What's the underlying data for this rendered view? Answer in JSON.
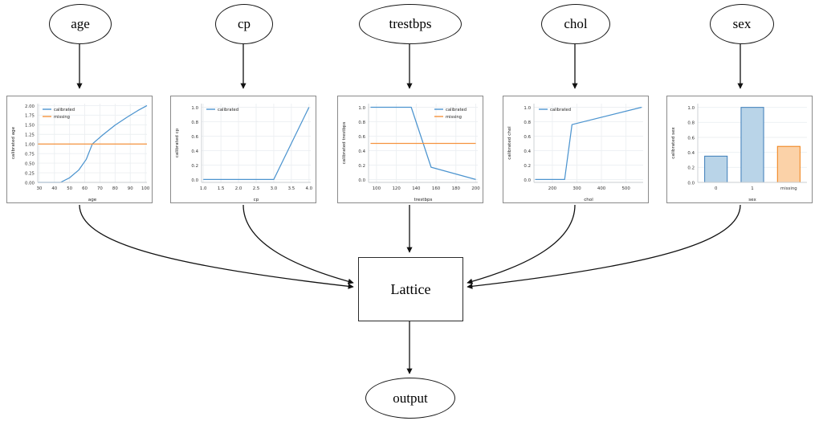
{
  "graph": {
    "feature_nodes": [
      {
        "id": "age",
        "label": "age"
      },
      {
        "id": "cp",
        "label": "cp"
      },
      {
        "id": "trestbps",
        "label": "trestbps"
      },
      {
        "id": "chol",
        "label": "chol"
      },
      {
        "id": "sex",
        "label": "sex"
      }
    ],
    "lattice_label": "Lattice",
    "output_label": "output"
  },
  "legend": {
    "calibrated": "calibrated",
    "missing": "missing"
  },
  "colors": {
    "calibrated": "#4c94cf",
    "missing": "#f5933f",
    "bar_blue_fill": "#b9d4e8",
    "bar_blue_edge": "#3a7cb8",
    "bar_orange_fill": "#fbd2a8",
    "bar_orange_edge": "#f07f13",
    "panel_border": "#8a8a8a",
    "grid": "#eceff2"
  },
  "chart_data": [
    {
      "type": "line",
      "id": "age",
      "title": "",
      "xlabel": "age",
      "ylabel": "calibrated age",
      "xlim": [
        29,
        101
      ],
      "ylim": [
        0.0,
        2.05
      ],
      "xticks": [
        30,
        40,
        50,
        60,
        70,
        80,
        90,
        100
      ],
      "yticks": [
        0.0,
        0.25,
        0.5,
        0.75,
        1.0,
        1.25,
        1.5,
        1.75,
        2.0
      ],
      "ytick_labels": [
        "0.00",
        "0.25",
        "0.50",
        "0.75",
        "1.00",
        "1.25",
        "1.50",
        "1.75",
        "2.00"
      ],
      "grid": true,
      "legend_position": "upper left",
      "series": [
        {
          "name": "calibrated",
          "color": "#4c94cf",
          "x": [
            29,
            35,
            44,
            50,
            56,
            61,
            65,
            72,
            80,
            88,
            95,
            101
          ],
          "y": [
            0.0,
            0.0,
            0.0,
            0.12,
            0.32,
            0.6,
            1.0,
            1.24,
            1.49,
            1.7,
            1.87,
            2.0
          ]
        },
        {
          "name": "missing",
          "color": "#f5933f",
          "x": [
            29,
            101
          ],
          "y": [
            1.0,
            1.0
          ]
        }
      ]
    },
    {
      "type": "line",
      "id": "cp",
      "title": "",
      "xlabel": "cp",
      "ylabel": "calibrated cp",
      "xlim": [
        0.95,
        4.05
      ],
      "ylim": [
        -0.04,
        1.05
      ],
      "xticks": [
        1.0,
        1.5,
        2.0,
        2.5,
        3.0,
        3.5,
        4.0
      ],
      "xtick_labels": [
        "1.0",
        "1.5",
        "2.0",
        "2.5",
        "3.0",
        "3.5",
        "4.0"
      ],
      "yticks": [
        0.0,
        0.2,
        0.4,
        0.6,
        0.8,
        1.0
      ],
      "ytick_labels": [
        "0.0",
        "0.2",
        "0.4",
        "0.6",
        "0.8",
        "1.0"
      ],
      "grid": true,
      "legend_position": "upper left",
      "series": [
        {
          "name": "calibrated",
          "color": "#4c94cf",
          "x": [
            1.0,
            3.0,
            4.0
          ],
          "y": [
            0.0,
            0.0,
            1.0
          ]
        }
      ]
    },
    {
      "type": "line",
      "id": "trestbps",
      "title": "",
      "xlabel": "trestbps",
      "ylabel": "calibrated trestbps",
      "xlim": [
        92,
        202
      ],
      "ylim": [
        -0.04,
        1.05
      ],
      "xticks": [
        100,
        120,
        140,
        160,
        180,
        200
      ],
      "yticks": [
        0.0,
        0.2,
        0.4,
        0.6,
        0.8,
        1.0
      ],
      "ytick_labels": [
        "0.0",
        "0.2",
        "0.4",
        "0.6",
        "0.8",
        "1.0"
      ],
      "grid": true,
      "legend_position": "upper right",
      "series": [
        {
          "name": "calibrated",
          "color": "#4c94cf",
          "x": [
            94,
            135,
            155,
            200
          ],
          "y": [
            1.0,
            1.0,
            0.17,
            0.0
          ]
        },
        {
          "name": "missing",
          "color": "#f5933f",
          "x": [
            94,
            200
          ],
          "y": [
            0.5,
            0.5
          ]
        }
      ]
    },
    {
      "type": "line",
      "id": "chol",
      "title": "",
      "xlabel": "chol",
      "ylabel": "calibrated chol",
      "xlim": [
        125,
        570
      ],
      "ylim": [
        -0.04,
        1.05
      ],
      "xticks": [
        200,
        300,
        400,
        500
      ],
      "yticks": [
        0.0,
        0.2,
        0.4,
        0.6,
        0.8,
        1.0
      ],
      "ytick_labels": [
        "0.0",
        "0.2",
        "0.4",
        "0.6",
        "0.8",
        "1.0"
      ],
      "grid": true,
      "legend_position": "upper left",
      "series": [
        {
          "name": "calibrated",
          "color": "#4c94cf",
          "x": [
            130,
            250,
            280,
            564
          ],
          "y": [
            0.0,
            0.0,
            0.76,
            1.0
          ]
        }
      ]
    },
    {
      "type": "bar",
      "id": "sex",
      "title": "",
      "xlabel": "sex",
      "ylabel": "calibrated sex",
      "categories": [
        "0",
        "1",
        "missing"
      ],
      "values": [
        0.35,
        1.0,
        0.48
      ],
      "bar_colors": [
        "#b9d4e8",
        "#b9d4e8",
        "#fbd2a8"
      ],
      "bar_edge_colors": [
        "#3a7cb8",
        "#3a7cb8",
        "#f07f13"
      ],
      "ylim": [
        0.0,
        1.05
      ],
      "yticks": [
        0.0,
        0.2,
        0.4,
        0.6,
        0.8,
        1.0
      ],
      "ytick_labels": [
        "0.0",
        "0.2",
        "0.4",
        "0.6",
        "0.8",
        "1.0"
      ],
      "grid": true,
      "legend_position": "none"
    }
  ]
}
